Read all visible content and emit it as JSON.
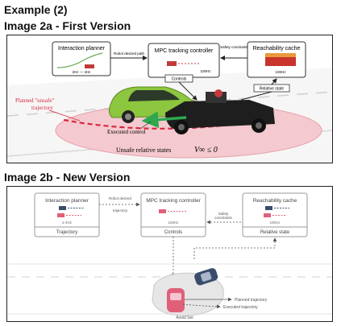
{
  "header": {
    "example_label": "Example (2)",
    "image_2a_label": "Image 2a - First Version",
    "image_2b_label": "Image 2b - New Version"
  },
  "version_a": {
    "interaction_planner": "Interaction planner",
    "planner_rates": "2Hz — 4Hz",
    "robot_desired_path": "Robot desired path",
    "mpc_controller": "MPC tracking controller",
    "mpc_rate": "100Hz",
    "controls": "Controls",
    "safety_constraints": "Safety constraints",
    "reachability_cache": "Reachability cache",
    "cache_rate": "100Hz",
    "relative_state": "Relative state",
    "planned_unsafe_line1": "Planned \"unsafe\"",
    "planned_unsafe_line2": "trajectory",
    "executed_control": "Executed control",
    "unsafe_relative_states": "Unsafe relative states",
    "value_condition": "V∞ ≤ 0"
  },
  "version_b": {
    "interaction_planner": "Interaction planner",
    "planner_rate": "3-4Hz",
    "trajectory": "Trajectory",
    "robot_desired_line1": "Robot desired",
    "robot_desired_line2": "trajectory",
    "mpc_controller": "MPC tracking controller",
    "mpc_rate": "100Hz",
    "controls": "Controls",
    "safety_line1": "Safety",
    "safety_line2": "constraints",
    "reachability_cache": "Reachability cache",
    "cache_rate": "100Hz",
    "relative_state": "Relative state",
    "planned_trajectory": "Planned trajectory",
    "executed_trajectory": "Executed trajectory",
    "avoid_set": "Avoid Set"
  },
  "colors": {
    "car_green": "#8dc63f",
    "danger_red": "#d8263d",
    "control_green": "#2fa84f",
    "unsafe_fill": "#f4c9cf",
    "car_pink": "#e0607a",
    "car_navy": "#3a4c6b"
  }
}
